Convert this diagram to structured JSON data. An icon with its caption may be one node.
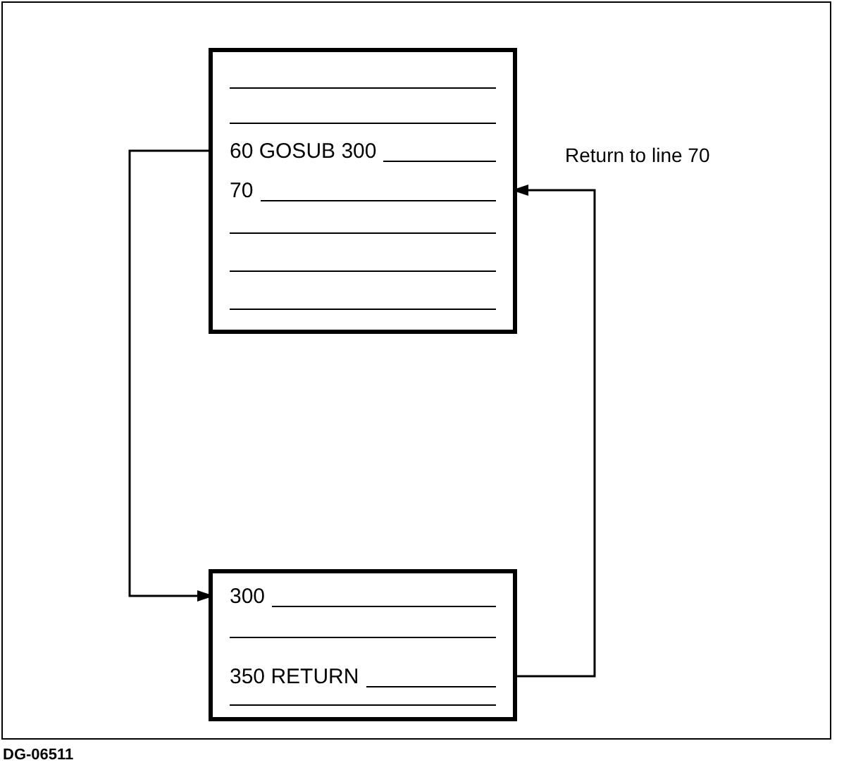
{
  "diagram": {
    "nodes": [
      {
        "text": [],
        "shape": "box"
      },
      {
        "text": [
          "60 GOSUB 300"
        ],
        "in": 0
      },
      {
        "text": [
          "70"
        ],
        "in": 0
      },
      {
        "text": [],
        "shape": "box"
      },
      {
        "text": [
          "300"
        ],
        "in": 3
      },
      {
        "text": [
          "350 RETURN"
        ],
        "in": 3
      }
    ],
    "edges": [
      {
        "from": 1,
        "to": 4,
        "arrow": "to"
      },
      {
        "from": 5,
        "to": 2,
        "arrow": "to",
        "label": "Return to line 70"
      }
    ],
    "labels": [
      "DG-06511"
    ]
  }
}
